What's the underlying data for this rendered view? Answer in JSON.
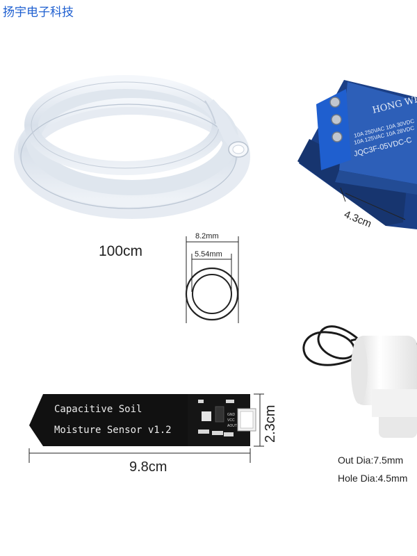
{
  "watermark": "扬宇电子科技",
  "tube": {
    "length_label": "100cm",
    "outer_diameter_label": "8.2mm",
    "inner_diameter_label": "5.54mm"
  },
  "relay": {
    "brand_text": "HONG WE",
    "spec_lines": [
      "10A 250VAC 10A 30VDC",
      "10A 125VAC 10A 28VDC"
    ],
    "model_text": "JQC3F-05VDC-C",
    "length_label": "4.3cm"
  },
  "sensor": {
    "line1": "Capacitive Soil",
    "line2": "Moisture Sensor v1.2",
    "width_label": "9.8cm",
    "height_label": "2.3cm",
    "pin_labels": [
      "GND",
      "VCC",
      "AOUT"
    ]
  },
  "pump": {
    "out_dia_label": "Out Dia:7.5mm",
    "hole_dia_label": "Hole Dia:4.5mm"
  },
  "colors": {
    "watermark": "#1e5fd0",
    "relay_body": "#2d5fb8",
    "terminal_block": "#1f5fcf",
    "sensor_board": "#111111"
  }
}
